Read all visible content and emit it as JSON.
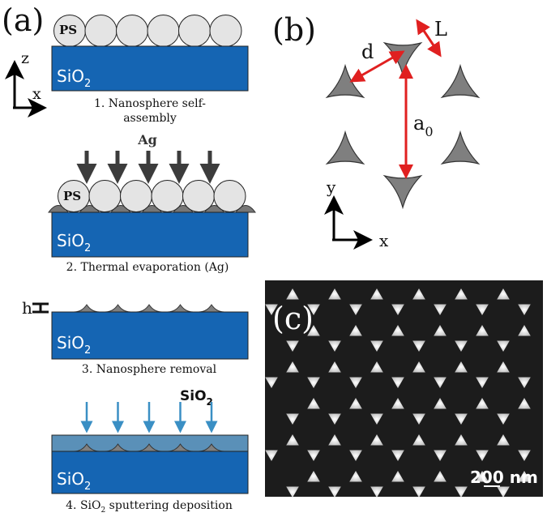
{
  "panel_a": {
    "label": "(a)",
    "axis_z": "z",
    "axis_x": "x",
    "ps": "PS",
    "substrate": "SiO",
    "substrate_sub": "2",
    "ag": "Ag",
    "h": "h",
    "sio2_top": "SiO",
    "sio2_top_sub": "2",
    "step1_line1": "1. Nanosphere self-",
    "step1_line2": "assembly",
    "step2": "2. Thermal evaporation (Ag)",
    "step3": "3. Nanosphere removal",
    "step4_prefix": "4. SiO",
    "step4_sub": "2",
    "step4_suffix": " sputtering deposition"
  },
  "panel_b": {
    "label": "(b)",
    "d": "d",
    "L": "L",
    "a": "a",
    "a_sub": "0",
    "axis_y": "y",
    "axis_x": "x"
  },
  "panel_c": {
    "label": "(c)",
    "scale": "200 nm"
  },
  "colors": {
    "substrate": "#1565b3",
    "sphere": "#e4e4e4",
    "triangle": "#7f7f7f",
    "red": "#e02020",
    "blue_arrow": "#3a8fc4",
    "capping": "#5a90b8"
  }
}
